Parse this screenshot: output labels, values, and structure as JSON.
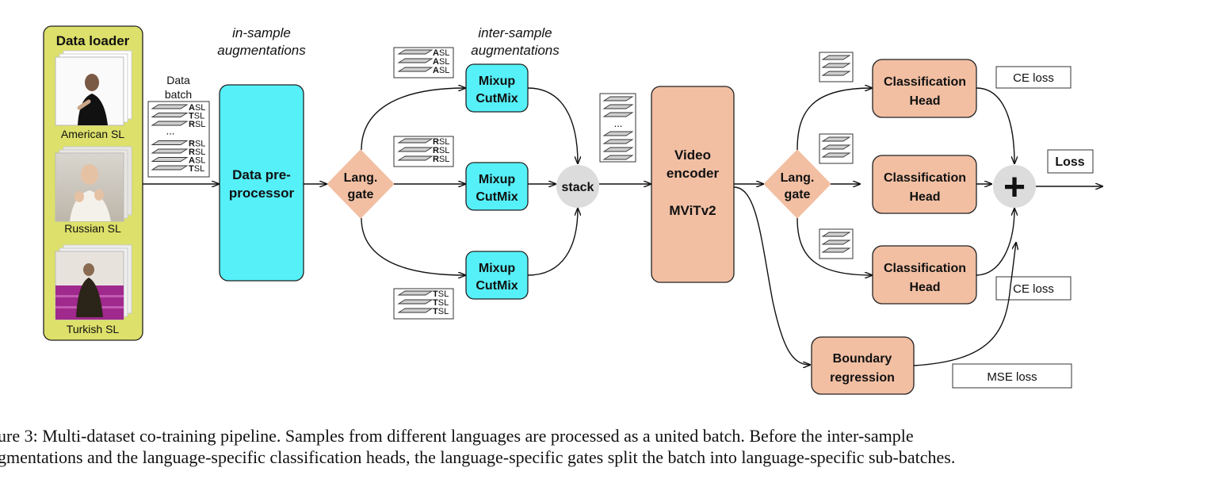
{
  "loader": {
    "title": "Data loader",
    "langs": [
      "American SL",
      "Russian SL",
      "Turkish SL"
    ]
  },
  "batch_label": [
    "Data",
    "batch"
  ],
  "in_aug": [
    "in-sample",
    "augmentations"
  ],
  "inter_aug": [
    "inter-sample",
    "augmentations"
  ],
  "preproc": [
    "Data pre-",
    "processor"
  ],
  "gate": [
    "Lang.",
    "gate"
  ],
  "mix": [
    "Mixup",
    "CutMix"
  ],
  "stack_label": "stack",
  "encoder": [
    "Video",
    "encoder",
    "MViTv2"
  ],
  "cls": [
    "Classification",
    "Head"
  ],
  "boundary": [
    "Boundary",
    "regression"
  ],
  "losses": {
    "ce_top": "CE loss",
    "ce_bottom": "CE loss",
    "mse": "MSE loss",
    "total": "Loss"
  },
  "batch_items": [
    {
      "b": "A",
      "t": "SL"
    },
    {
      "b": "T",
      "t": "SL"
    },
    {
      "b": "R",
      "t": "SL"
    },
    {
      "b": "",
      "t": "..."
    },
    {
      "b": "R",
      "t": "SL"
    },
    {
      "b": "R",
      "t": "SL"
    },
    {
      "b": "A",
      "t": "SL"
    },
    {
      "b": "T",
      "t": "SL"
    }
  ],
  "sub_batches": {
    "asl": [
      {
        "b": "A",
        "t": "SL"
      },
      {
        "b": "A",
        "t": "SL"
      },
      {
        "b": "A",
        "t": "SL"
      }
    ],
    "rsl": [
      {
        "b": "R",
        "t": "SL"
      },
      {
        "b": "R",
        "t": "SL"
      },
      {
        "b": "R",
        "t": "SL"
      }
    ],
    "tsl": [
      {
        "b": "T",
        "t": "SL"
      },
      {
        "b": "T",
        "t": "SL"
      },
      {
        "b": "T",
        "t": "SL"
      }
    ]
  },
  "stacked_ellipsis": "...",
  "plus_symbol": "+",
  "caption": [
    "ure 3: Multi-dataset co-training pipeline.  Samples from different languages are processed as a united batch.  Before the inter-sample",
    "gmentations and the language-specific classification heads, the language-specific gates split the batch into language-specific sub-batches."
  ],
  "colors": {
    "loader": "#dde06a",
    "preproc": "#55f0f8",
    "mix": "#55f0f8",
    "encoder": "#f2bfa3",
    "gate": "#f2bfa3",
    "stack": "#dcdcdc"
  }
}
